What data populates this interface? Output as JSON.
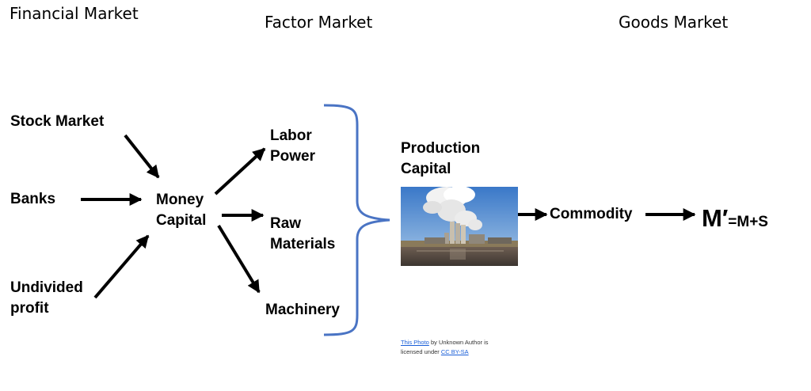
{
  "headers": {
    "financial": "Financial Market",
    "factor": "Factor Market",
    "goods": "Goods Market"
  },
  "nodes": {
    "stock_market": "Stock Market",
    "banks": "Banks",
    "undivided_profit": "Undivided\nprofit",
    "money_capital": "Money\nCapital",
    "labor_power": "Labor\nPower",
    "raw_materials": "Raw\nMaterials",
    "machinery": "Machinery",
    "production_capital": "Production\nCapital",
    "commodity": "Commodity",
    "m_prime": "M′",
    "m_prime_sum": "=M+S"
  },
  "photo_credit": {
    "link1": "This Photo",
    "text1": " by Unknown Author is licensed under ",
    "link2": "CC BY-SA"
  },
  "colors": {
    "brace": "#4a74c4",
    "arrow": "#000000"
  }
}
